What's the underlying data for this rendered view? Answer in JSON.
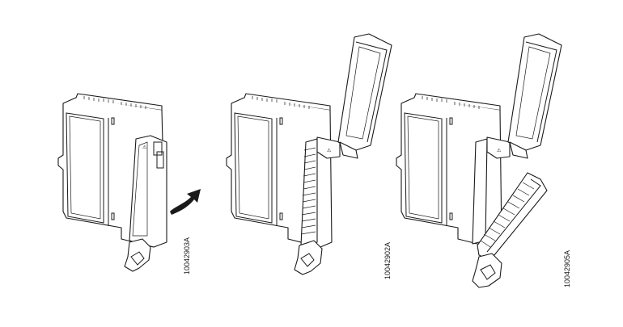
{
  "figure_codes": {
    "step1": "10042903A",
    "step2": "10042902A",
    "step3": "10042905A"
  },
  "icons": [
    "module-housing",
    "hinged-cover",
    "terminal-block",
    "locking-latch",
    "rotate-arrow-icon"
  ],
  "colors": {
    "line": "#1a1a1a",
    "background": "#ffffff"
  }
}
